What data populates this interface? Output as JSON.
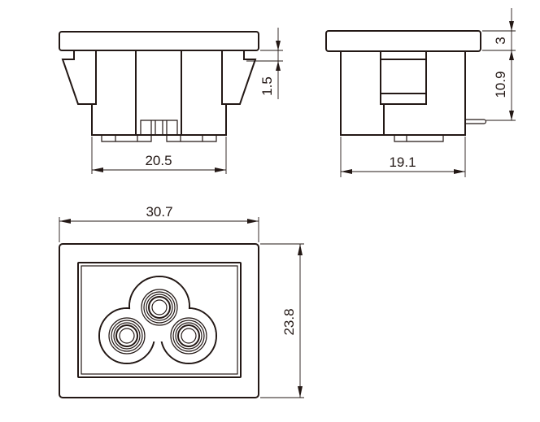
{
  "title": "Socket connector dimension drawing",
  "dimensions": {
    "front_width": "20.5",
    "front_step": "1.5",
    "side_depth": "19.1",
    "flange_thickness": "3",
    "body_height": "10.9",
    "face_width": "30.7",
    "face_height": "23.8"
  },
  "colors": {
    "line": "#231815",
    "background": "#ffffff"
  }
}
